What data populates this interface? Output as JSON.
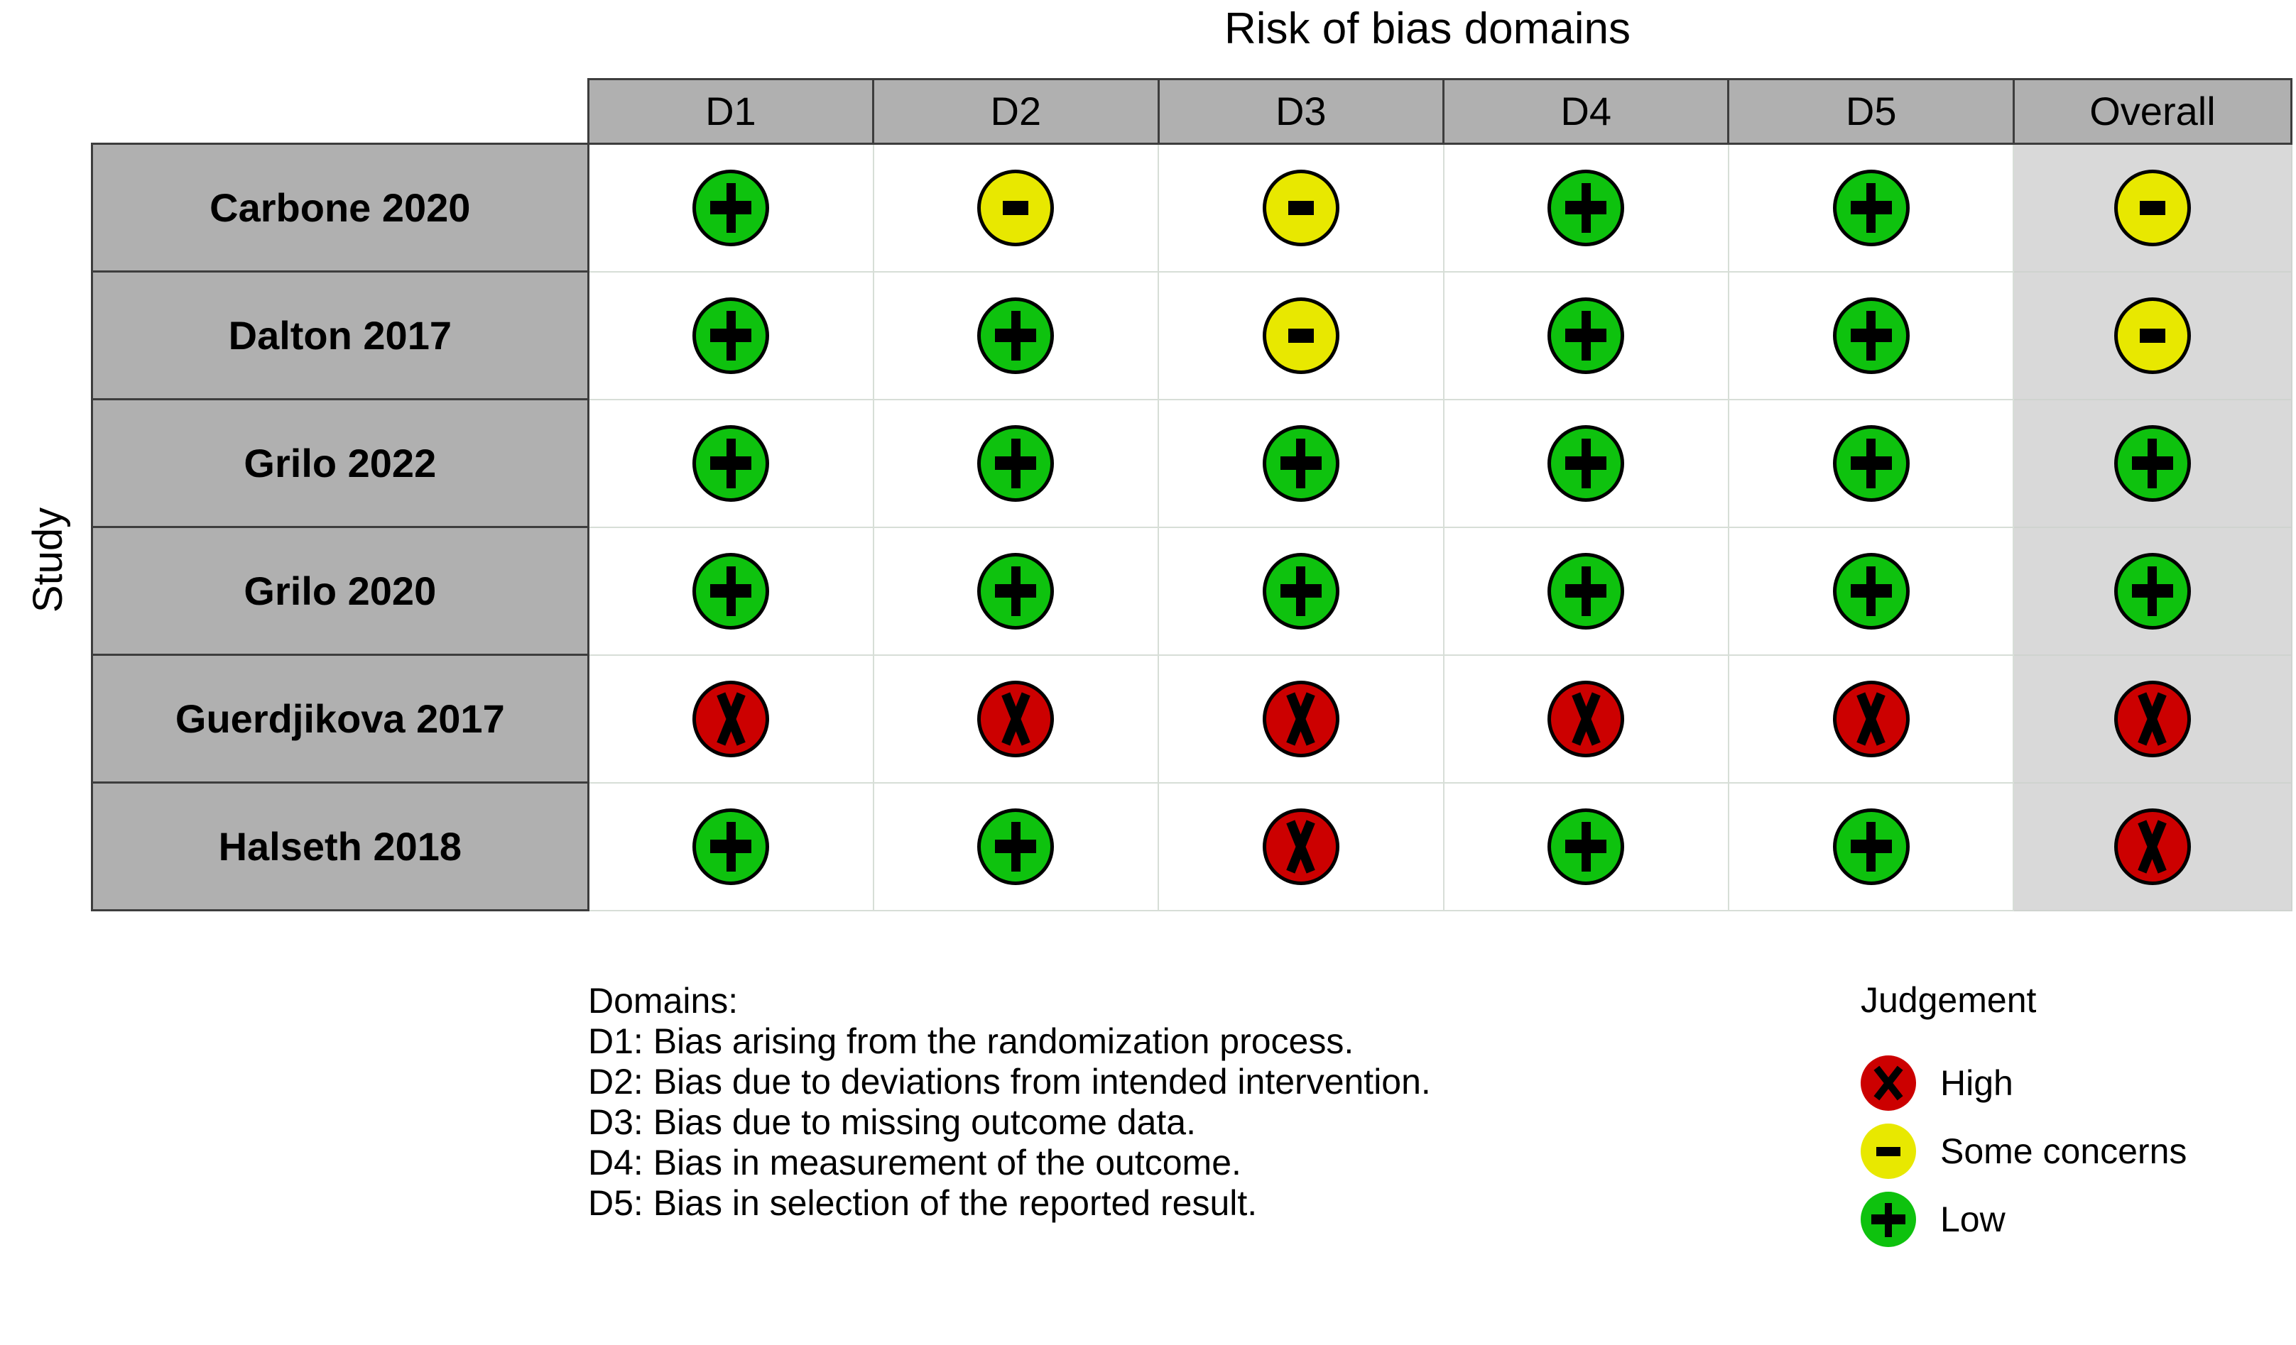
{
  "title": "Risk of bias domains",
  "axis_label_y": "Study",
  "colors": {
    "low": "#0ec20e",
    "some_concerns": "#e8e800",
    "high": "#cc0000",
    "header_cell": "#b0b0b0",
    "overall_column": "#d9d9d9",
    "cell_border": "#d7ded7",
    "header_border": "#3d3d3d"
  },
  "domains_caption": {
    "heading": "Domains:",
    "lines": [
      "D1: Bias arising from the randomization process.",
      "D2: Bias due to deviations from intended intervention.",
      "D3: Bias due to missing outcome data.",
      "D4: Bias in measurement of the outcome.",
      "D5: Bias in selection of the reported result."
    ]
  },
  "legend": {
    "title": "Judgement",
    "items": [
      {
        "symbol": "X",
        "judgement": "high",
        "label": "High"
      },
      {
        "symbol": "-",
        "judgement": "some",
        "label": "Some concerns"
      },
      {
        "symbol": "+",
        "judgement": "low",
        "label": "Low"
      }
    ]
  },
  "chart_data": {
    "type": "table",
    "title": "Risk of bias domains",
    "xlabel": "",
    "ylabel": "Study",
    "columns": [
      "D1",
      "D2",
      "D3",
      "D4",
      "D5",
      "Overall"
    ],
    "row_label_header": "Study",
    "judgement_levels": [
      "low",
      "some",
      "high"
    ],
    "judgement_symbols": {
      "low": "+",
      "some": "-",
      "high": "X"
    },
    "judgement_names": {
      "low": "Low",
      "some": "Some concerns",
      "high": "High"
    },
    "rows": [
      {
        "study": "Carbone 2020",
        "values": [
          "low",
          "some",
          "some",
          "low",
          "low",
          "some"
        ]
      },
      {
        "study": "Dalton 2017",
        "values": [
          "low",
          "low",
          "some",
          "low",
          "low",
          "some"
        ]
      },
      {
        "study": "Grilo 2022",
        "values": [
          "low",
          "low",
          "low",
          "low",
          "low",
          "low"
        ]
      },
      {
        "study": "Grilo 2020",
        "values": [
          "low",
          "low",
          "low",
          "low",
          "low",
          "low"
        ]
      },
      {
        "study": "Guerdjikova 2017",
        "values": [
          "high",
          "high",
          "high",
          "high",
          "high",
          "high"
        ]
      },
      {
        "study": "Halseth 2018",
        "values": [
          "low",
          "low",
          "high",
          "low",
          "low",
          "high"
        ]
      }
    ]
  }
}
